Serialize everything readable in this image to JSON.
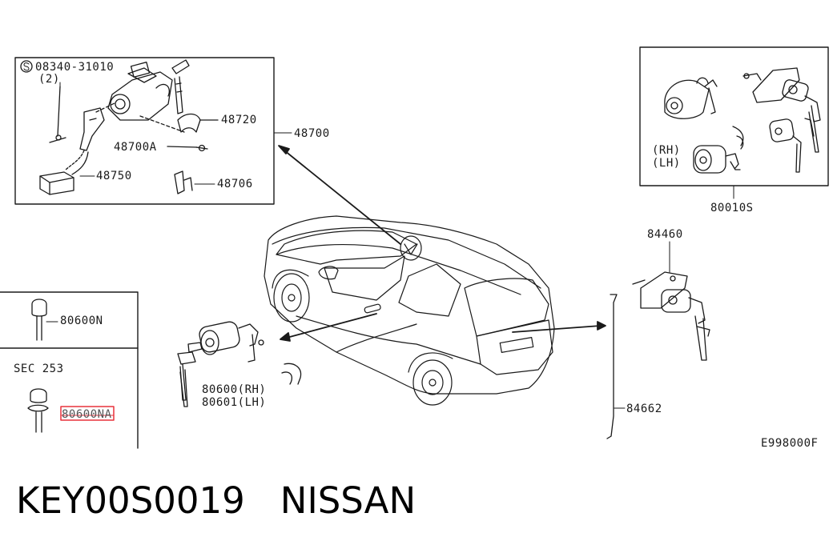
{
  "diagram": {
    "labels": {
      "bolt_part": "08340-31010",
      "bolt_qty": "(2)",
      "ignition_set": "48700",
      "bracket": "48720",
      "switch_screw": "48700A",
      "switch_connector": "48750",
      "clip": "48706",
      "cylinder_set": "80010S",
      "rh": "(RH)",
      "lh": "(LH)",
      "key": "80600N",
      "sec_ref": "SEC 253",
      "key_blank": "80600NA",
      "door_cylinder": "80600(RH)",
      "door_cylinder_lh": "80601(LH)",
      "back_door_lock": "84460",
      "back_door_rod": "84662",
      "figure_code": "E998000F"
    }
  },
  "footer": {
    "part_code": "KEY00S0019",
    "brand": "NISSAN"
  },
  "colors": {
    "line": "#1a1a1a",
    "highlight": "#e8323c"
  }
}
